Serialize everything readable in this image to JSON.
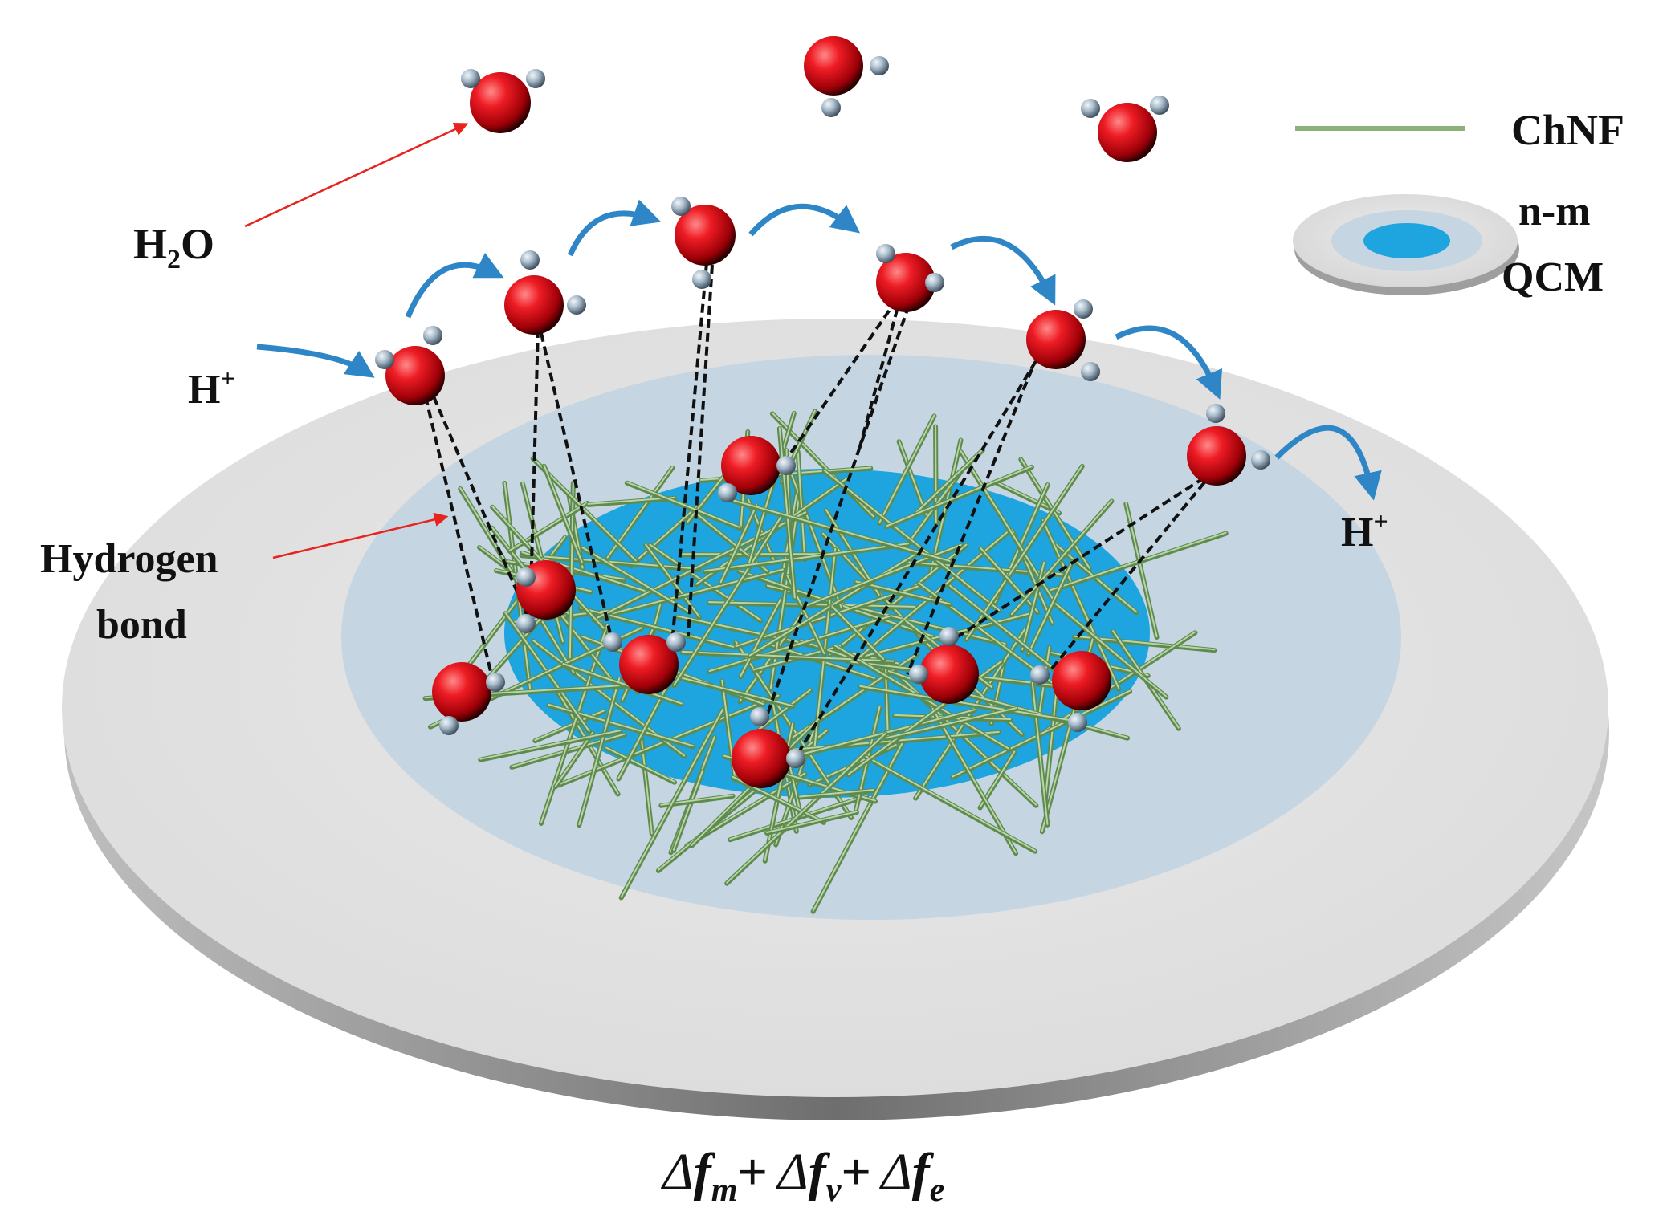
{
  "labels": {
    "water": "H",
    "water_sub": "2",
    "water_tail": "O",
    "proton_left": "H",
    "proton_left_sup": "+",
    "proton_right": "H",
    "proton_right_sup": "+",
    "hbond_line1": "Hydrogen",
    "hbond_line2": "bond"
  },
  "legend": {
    "fiber_label": "ChNF",
    "qcm_label_line1": "n-m",
    "qcm_label_line2": "QCM"
  },
  "equation": {
    "delta": "Δ",
    "f": "f",
    "plus": "+",
    "term1_sub": "m",
    "term2_sub": "v",
    "term3_sub": "e"
  },
  "colors": {
    "disc_top": "#e3e3e3",
    "disc_edge": "#8f8f8f",
    "inner_ring": "#c5d6e2",
    "electrode": "#1ea4de",
    "fiber": "#8cb27a",
    "oxygen": "#d4141a",
    "hydrogen": "#a9bccb",
    "arrow_blue": "#2f86c6",
    "pointer_red": "#e8221c"
  }
}
